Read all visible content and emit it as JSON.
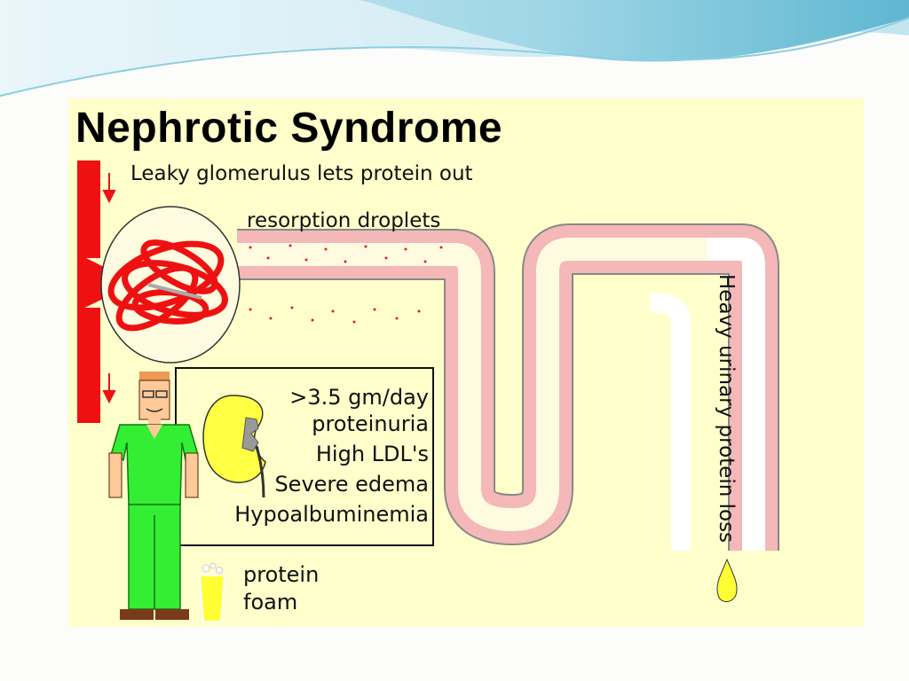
{
  "slide": {
    "title": "Nephrotic Syndrome"
  },
  "diagram": {
    "labels": {
      "leaky_glomerulus": "Leaky glomerulus lets protein out",
      "resorption_droplets": "resorption droplets",
      "urinary_loss": "Heavy urinary protein loss",
      "foam": [
        "protein",
        "foam"
      ]
    },
    "findings": [
      ">3.5 gm/day",
      "proteinuria",
      "High LDL's",
      "Severe edema",
      "Hypoalbuminemia"
    ],
    "icons": [
      "blood-flow-arrow-icon",
      "glomerulus-icon",
      "kidney-icon",
      "patient-icon",
      "urine-glass-icon",
      "urine-drop-icon"
    ],
    "colors": {
      "panel_background": "#ffffcc",
      "blood_vessel": "#ee1111",
      "tubule_wall": "#f4b8b8",
      "droplets": "#dd2222",
      "scrubs": "#33ee33",
      "kidney": "#ffff44",
      "urine": "#ffff33",
      "banner_wave": "#7fc8dc"
    }
  }
}
